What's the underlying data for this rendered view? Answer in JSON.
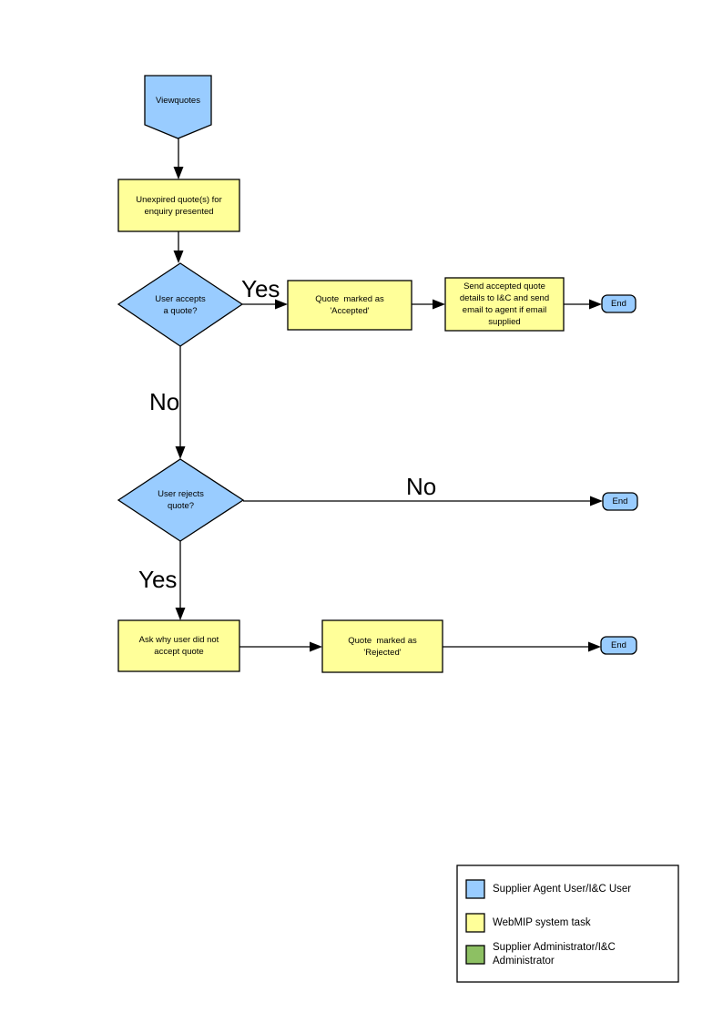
{
  "colors": {
    "node_blue": "#99CCFF",
    "node_yellow": "#FFFF99",
    "legend_green": "#8DC063",
    "stroke": "#000000",
    "background": "#FFFFFF"
  },
  "flowchart": {
    "start": "Viewquotes",
    "present": "Unexpired quote(s) for\nenquiry presented",
    "decision_accept": "User accepts\na quote?",
    "marked_accepted": "Quote  marked as\n'Accepted'",
    "send_details": "Send accepted quote\ndetails to I&C and send\nemail to agent if email\nsupplied",
    "decision_reject": "User rejects\nquote?",
    "ask_why": "Ask why user did not\naccept quote",
    "marked_rejected": "Quote  marked as\n'Rejected'",
    "end": "End",
    "labels": {
      "yes_accept": "Yes",
      "no_accept": "No",
      "no_reject": "No",
      "yes_reject": "Yes"
    }
  },
  "legend": {
    "items": [
      {
        "color": "#99CCFF",
        "label": "Supplier Agent User/I&C User"
      },
      {
        "color": "#FFFF99",
        "label": "WebMIP system task"
      },
      {
        "color": "#8DC063",
        "label": "Supplier Administrator/I&C\nAdministrator"
      }
    ]
  }
}
